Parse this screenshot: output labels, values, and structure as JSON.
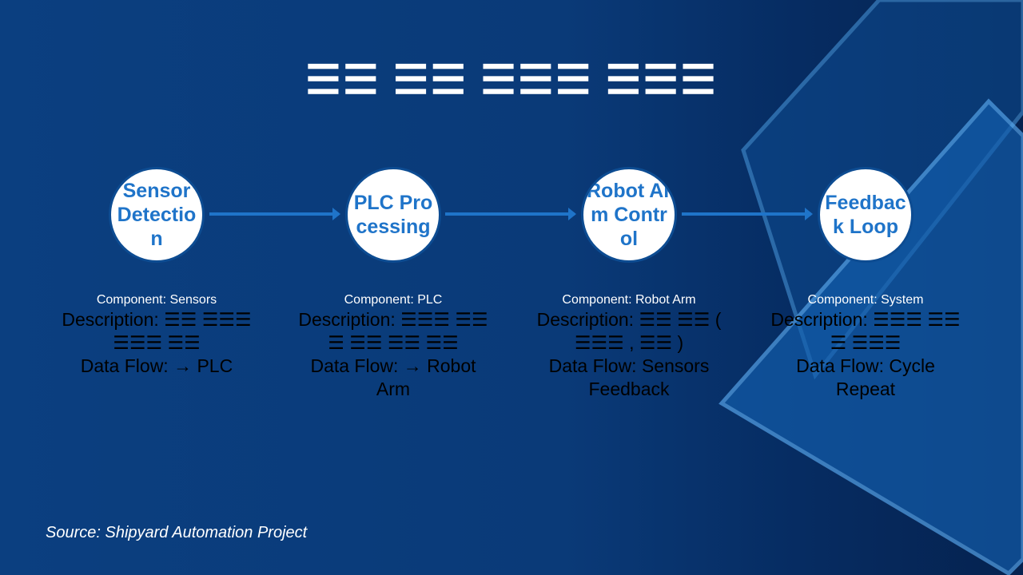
{
  "slide": {
    "title": "☰☰ ☰☰ ☰☰☰ ☰☰☰",
    "steps": [
      {
        "label": "Sensor Detection",
        "component": "Component: Sensors",
        "description": "Description:  ☰☰ ☰☰☰ ☰☰☰ ☰☰",
        "data_flow": "Data Flow: → PLC"
      },
      {
        "label": "PLC Processing",
        "component": "Component: PLC",
        "description": "Description:  ☰☰☰ ☰☰ ☰ ☰☰ ☰☰ ☰☰",
        "data_flow": "Data Flow: → Robot Arm"
      },
      {
        "label": "Robot Arm Control",
        "component": "Component: Robot Arm",
        "description": "Description:  ☰☰ ☰☰ ( ☰☰☰ , ☰☰ )",
        "data_flow": "Data Flow: Sensors Feedback"
      },
      {
        "label": "Feedback Loop",
        "component": "Component: System",
        "description": "Description:  ☰☰☰ ☰☰ ☰ ☰☰☰",
        "data_flow": "Data Flow: Cycle Repeat"
      }
    ],
    "source": "Source: Shipyard Automation Project"
  },
  "colors": {
    "background": "#0b3f80",
    "accent": "#1f74c9",
    "node_fill": "#ffffff",
    "decor_stroke": "#4a9be0"
  }
}
